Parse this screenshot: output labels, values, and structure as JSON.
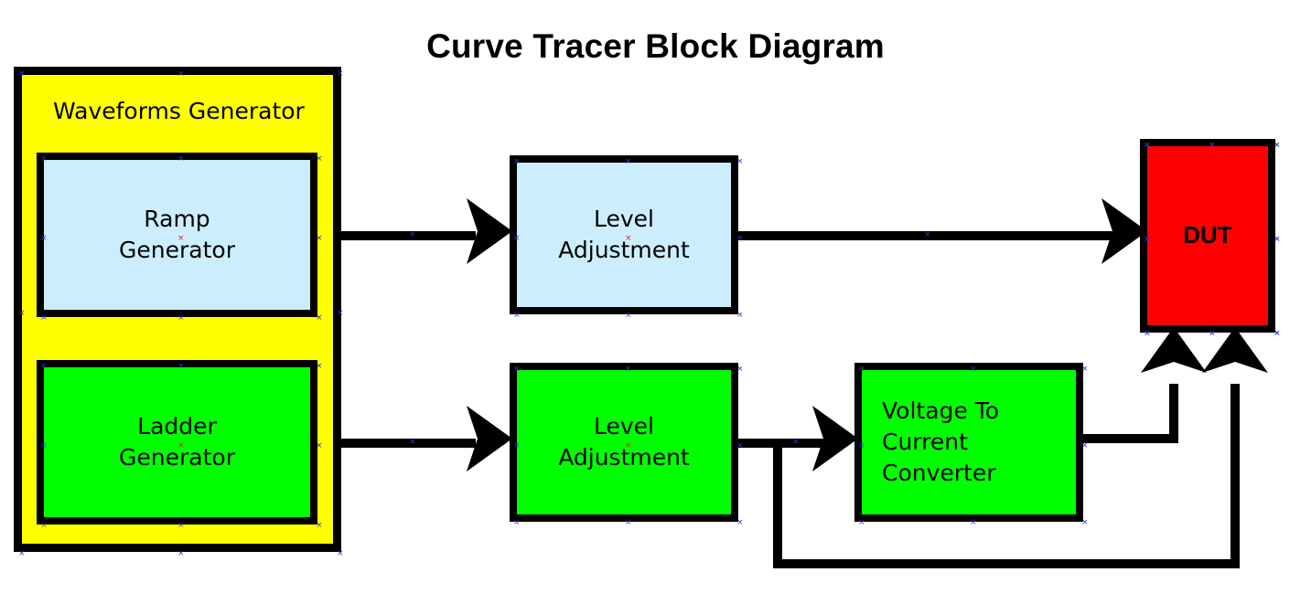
{
  "title": "Curve Tracer Block Diagram",
  "colors": {
    "group_fill": "#FFFF00",
    "light_blue_fill": "#CCEEFC",
    "green_fill": "#00FF00",
    "red_fill": "#FF0000",
    "stroke": "#000000",
    "handle": "#3333CC",
    "center_marker": "#CC3322",
    "background": "#FFFFFF"
  },
  "group": {
    "name": "Waveforms Generator",
    "label": "Waveforms Generator"
  },
  "blocks": [
    {
      "id": "ramp-generator",
      "label": "Ramp\nGenerator",
      "line1": "Ramp",
      "line2": "Generator",
      "line3": "",
      "fill": "#CCEEFC"
    },
    {
      "id": "ladder-generator",
      "label": "Ladder\nGenerator",
      "line1": "Ladder",
      "line2": "Generator",
      "line3": "",
      "fill": "#00FF00"
    },
    {
      "id": "level-adjust-top",
      "label": "Level\nAdjustment",
      "line1": "Level",
      "line2": "Adjustment",
      "line3": "",
      "fill": "#CCEEFC"
    },
    {
      "id": "level-adjust-bottom",
      "label": "Level\nAdjustment",
      "line1": "Level",
      "line2": "Adjustment",
      "line3": "",
      "fill": "#00FF00"
    },
    {
      "id": "v2i-converter",
      "label": "Voltage To\nCurrent\nConverter",
      "line1": "Voltage To",
      "line2": "Current",
      "line3": "Converter",
      "fill": "#00FF00"
    },
    {
      "id": "dut",
      "label": "DUT",
      "line1": "DUT",
      "line2": "",
      "line3": "",
      "fill": "#FF0000"
    }
  ],
  "connections": [
    {
      "from": "ramp-generator",
      "to": "level-adjust-top",
      "style": "arrow"
    },
    {
      "from": "level-adjust-top",
      "to": "dut",
      "style": "arrow"
    },
    {
      "from": "ladder-generator",
      "to": "level-adjust-bottom",
      "style": "arrow"
    },
    {
      "from": "level-adjust-bottom",
      "to": "v2i-converter",
      "style": "arrow"
    },
    {
      "from": "level-adjust-bottom",
      "to": "dut",
      "style": "arrow-up-feedback"
    },
    {
      "from": "v2i-converter",
      "to": "dut",
      "style": "arrow-up"
    }
  ]
}
